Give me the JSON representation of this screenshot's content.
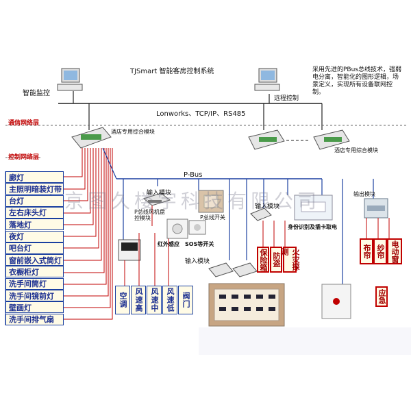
{
  "title": "TJSmart 智能客房控制系统",
  "network_line": "Lonworks、TCP/IP、RS485",
  "note": "采用先进的PBus总线技术，强弱电分离，智能化的图形逻辑，场景定义，实现所有设备联网控制。",
  "nodes": {
    "monitor": "智能监控",
    "remote": "远程控制",
    "comm_layer": "通信网络层",
    "control_layer": "控制网络层",
    "hotel_module_left": "酒店专用综合模块",
    "hotel_module_right": "酒店专用综合模块",
    "pbus": "P-Bus",
    "input_module_1": "输入模块",
    "input_module_2": "输入模块",
    "input_module_3": "输入模块",
    "output_module": "输出模块",
    "fan_control": "P总线风机盘控模块",
    "p_switch": "P总线开关",
    "infrared": "红外感应",
    "sos": "SOS等开关",
    "id_card": "身份识别及插卡取电",
    "emergency": "应急"
  },
  "lights": [
    "廊灯",
    "主照明暗装灯带",
    "台灯",
    "左右床头灯",
    "落地灯",
    "夜灯",
    "吧台灯",
    "窗前嵌入式筒灯",
    "衣橱柜灯",
    "洗手间筒灯",
    "洗手间镜前灯",
    "壁画灯",
    "洗手间排气扇"
  ],
  "fan_boxes": [
    "空调",
    "风速高",
    "风速中",
    "风速低",
    "阀门"
  ],
  "input_boxes": [
    "保险箱",
    "防盗",
    "火灾探测"
  ],
  "output_boxes": [
    "布帘",
    "纱帘",
    "电动窗"
  ],
  "watermark": "南京图久楼宇科技有限公司",
  "colors": {
    "wire_blue": "#1a3fa0",
    "wire_red": "#c00000",
    "box_fill": "#fffbe6"
  }
}
